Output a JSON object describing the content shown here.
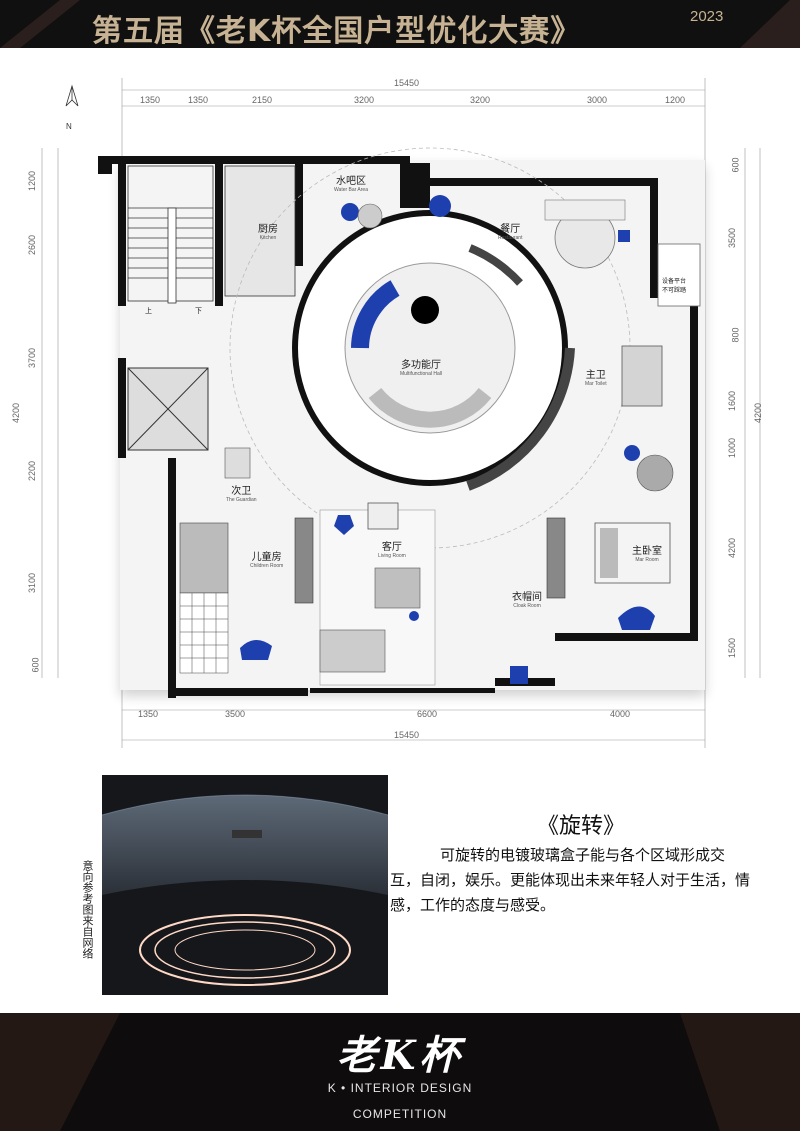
{
  "header": {
    "title": "第五届《老K杯全国户型优化大赛》",
    "year": "2023"
  },
  "plan": {
    "north_label": "N",
    "dims_top": [
      "15450"
    ],
    "dims_top_segments": [
      "1350",
      "1350",
      "2150",
      "3200",
      "3200",
      "3000",
      "1200"
    ],
    "dims_bottom_segments": [
      "1350",
      "3500",
      "6600",
      "4000"
    ],
    "dims_bottom_total": "15450",
    "dims_left": [
      "1200",
      "2600",
      "3700",
      "4200",
      "2200",
      "3100",
      "600"
    ],
    "dims_right": [
      "600",
      "3500",
      "800",
      "1600",
      "4200",
      "1000",
      "4200",
      "1500"
    ],
    "rooms": {
      "water_bar": {
        "cn": "水吧区",
        "en": "Water Bar Area"
      },
      "kitchen": {
        "cn": "厨房",
        "en": "Kitchen"
      },
      "restaurant": {
        "cn": "餐厅",
        "en": "Restaurant"
      },
      "equipment": {
        "cn": "设备平台",
        "cn2": "不可踩踏"
      },
      "multifunction": {
        "cn": "多功能厅",
        "en": "Multifunctional Hall"
      },
      "master_toilet": {
        "cn": "主卫",
        "en": "Mar Toilet"
      },
      "guardian": {
        "cn": "次卫",
        "en": "The Guardian"
      },
      "children": {
        "cn": "儿童房",
        "en": "Children Room"
      },
      "living": {
        "cn": "客厅",
        "en": "Living Room"
      },
      "cloak": {
        "cn": "衣帽间",
        "en": "Cloak Room"
      },
      "master_room": {
        "cn": "主卧室",
        "en": "Mar Room"
      }
    },
    "stair_labels": {
      "up": "上",
      "down": "下"
    }
  },
  "reference": {
    "caption": "意向参考图来自网络"
  },
  "concept": {
    "title": "《旋转》",
    "text": "可旋转的电镀玻璃盒子能与各个区域形成交互，自闭，娱乐。更能体现出未来年轻人对于生活，情感，工作的态度与感受。"
  },
  "footer": {
    "logo": "老K杯",
    "line1": "K • INTERIOR DESIGN",
    "line2": "COMPETITION"
  },
  "colors": {
    "accent_blue": "#1e3fae",
    "header_text": "#c7b394",
    "wall": "#111111"
  }
}
